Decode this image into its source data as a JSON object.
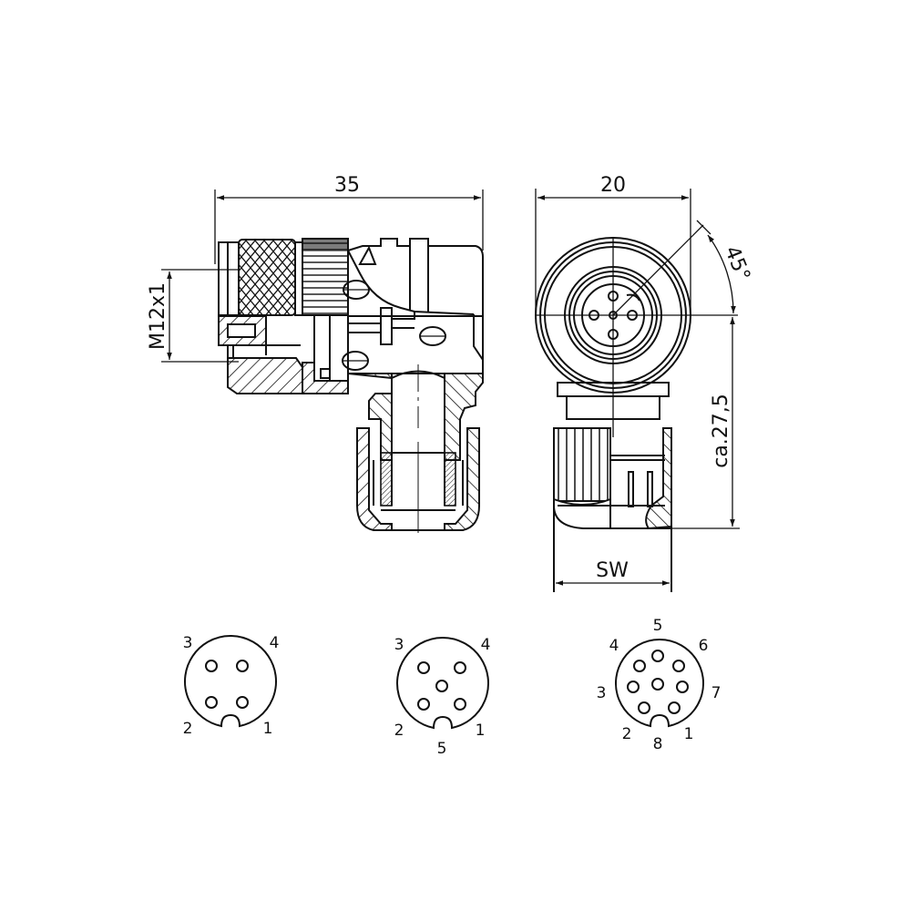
{
  "drawing": {
    "title": "M12x1 angled connector dimension drawing",
    "side_view": {
      "width_dim": "35",
      "thread_dim": "M12x1"
    },
    "front_view": {
      "width_dim": "20",
      "angle_dim": "45°",
      "height_dim": "ca.27,5",
      "wrench_dim": "SW"
    },
    "pinouts": [
      {
        "name": "4-pin",
        "labels": {
          "p3": "3",
          "p4": "4",
          "p2": "2",
          "p1": "1"
        }
      },
      {
        "name": "5-pin",
        "labels": {
          "p3": "3",
          "p4": "4",
          "p2": "2",
          "p1": "1",
          "p5": "5"
        }
      },
      {
        "name": "8-pin",
        "labels": {
          "p5": "5",
          "p4": "4",
          "p6": "6",
          "p3": "3",
          "p7": "7",
          "p2": "2",
          "p8": "8",
          "p1": "1"
        }
      }
    ]
  },
  "colors": {
    "line": "#111111",
    "background": "#ffffff"
  }
}
